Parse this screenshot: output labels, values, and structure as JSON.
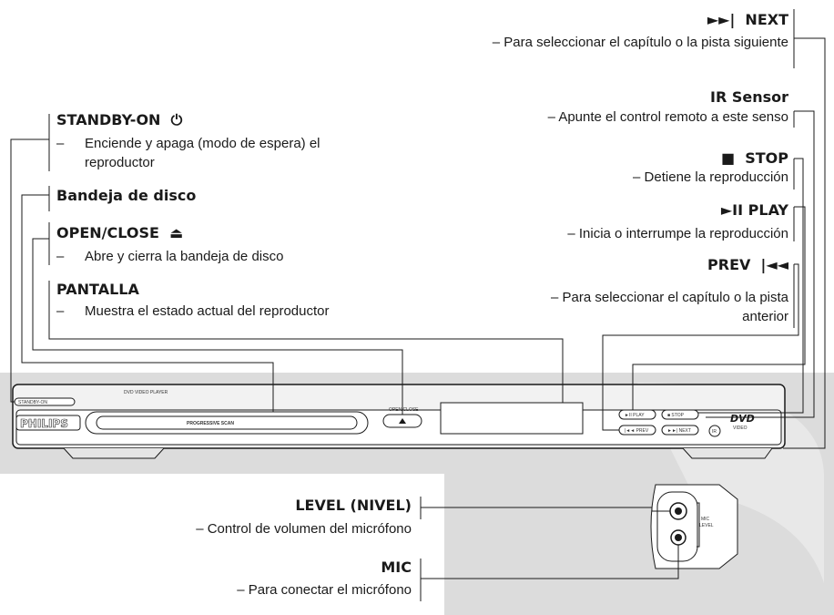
{
  "labels": {
    "next": "NEXT",
    "next_icon": "►►|",
    "next_desc": "– Para seleccionar el capítulo o la pista siguiente",
    "ir": "IR Sensor",
    "ir_desc": "– Apunte el control remoto a este senso",
    "stop": "STOP",
    "stop_icon": "■",
    "stop_desc": "– Detiene la reproducción",
    "play": "PLAY",
    "play_icon": "►II",
    "play_desc": "– Inicia o interrumpe la reproducción",
    "prev": "PREV",
    "prev_icon": "|◄◄",
    "prev_desc": "– Para seleccionar el capítulo o la pista anterior",
    "standby": "STANDBY-ON",
    "standby_icon": "⏻",
    "standby_dash": "–",
    "standby_desc": "Enciende y apaga (modo de espera) el reproductor",
    "tray": "Bandeja de disco",
    "openclose": "OPEN/CLOSE",
    "openclose_icon": "⏏",
    "openclose_dash": "–",
    "openclose_desc": "Abre y cierra la bandeja de disco",
    "display": "PANTALLA",
    "display_dash": "–",
    "display_desc": "Muestra el estado actual del reproductor",
    "level": "LEVEL (NIVEL)",
    "level_desc": "– Control de volumen del micrófono",
    "mic": "MIC",
    "mic_desc": "– Para conectar el micrófono"
  },
  "device": {
    "brand": "PHILIPS",
    "model": "DVD VIDEO PLAYER",
    "standby_btn": "STANDBY-ON",
    "tray_text": "PROGRESSIVE SCAN",
    "open_close": "OPEN/CLOSE",
    "btn_play": "►II PLAY",
    "btn_stop": "■ STOP",
    "btn_prev": "|◄◄ PREV",
    "btn_next": "►►| NEXT",
    "ir": "IR",
    "dvd_logo": "DVD",
    "dvd_video": "VIDEO",
    "mic_label_1": "MIC",
    "mic_label_2": "LEVEL"
  },
  "colors": {
    "band": "#dcdcdc",
    "line": "#1a1a1a"
  }
}
